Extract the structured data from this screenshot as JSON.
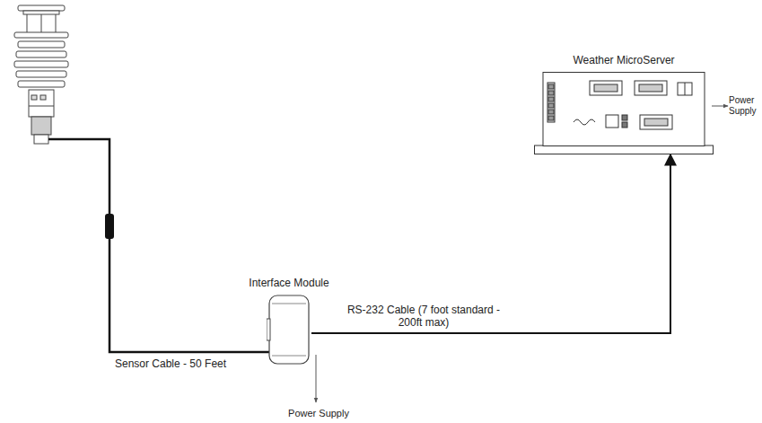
{
  "diagram": {
    "nodes": [
      {
        "text": [
          "Interface Module"
        ]
      },
      {
        "text": [
          "Weather MicroServer"
        ]
      }
    ],
    "edges": [
      {
        "from": 0,
        "to": 1,
        "label": "RS-232 Cable (7 foot standard - 200ft max)",
        "arrow": "to"
      }
    ],
    "labels": [
      "Sensor Cable - 50 Feet",
      "Power Supply",
      "Power Supply"
    ]
  }
}
